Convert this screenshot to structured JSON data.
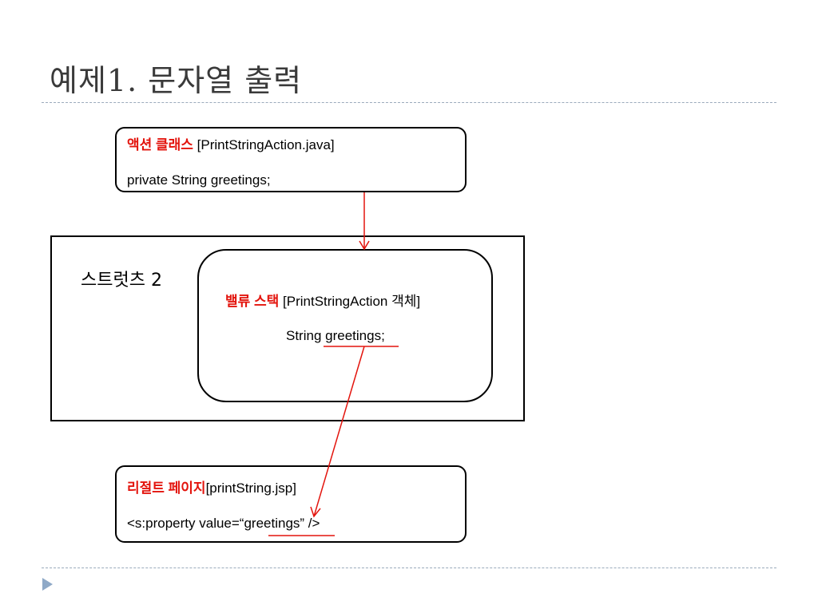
{
  "title": "예제1. 문자열 출력",
  "action_box": {
    "heading": "액션 클래스",
    "file": " [PrintStringAction.java]",
    "code": "private String greetings;"
  },
  "struts": {
    "label": "스트럿츠 2"
  },
  "value_stack": {
    "heading": "밸류 스택",
    "object": " [PrintStringAction 객체]",
    "code_prefix": "String ",
    "code_var": "greetings",
    "code_suffix": ";"
  },
  "result_box": {
    "heading": "리절트 페이지",
    "file": "[printString.jsp]",
    "code_prefix": "<s:property value=“",
    "code_var": "greetings",
    "code_suffix": "” />"
  },
  "colors": {
    "accent_red": "#e3140d",
    "rule": "#9aaabb",
    "bullet": "#8fa9c7"
  }
}
